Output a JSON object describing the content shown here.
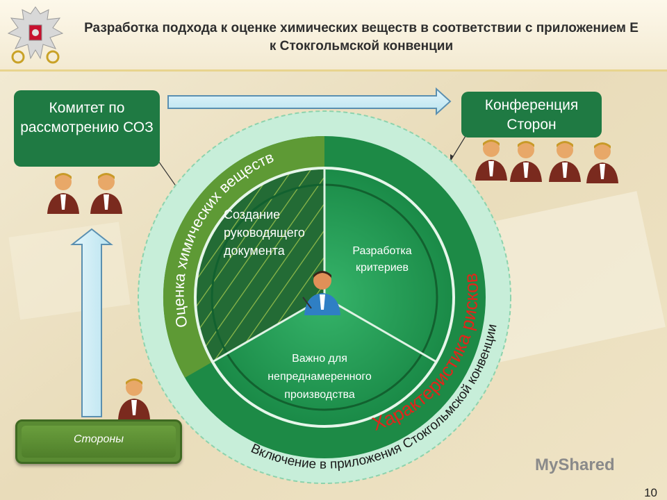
{
  "title": "Разработка подхода к оценке химических веществ в соответствии с приложением Е к Стокгольмской конвенции",
  "committee_label": "Комитет по рассмотрению СОЗ",
  "conference_label": "Конференция Сторон",
  "parties_label": "Стороны",
  "segments": {
    "guidance": "Создание руководящего документа",
    "criteria": "Разработка критериев",
    "unintentional": "Важно для непреднамеренного производства"
  },
  "ring_labels": {
    "assessment": "Оценка химических веществ",
    "risk": "Характеристика рисков",
    "inclusion": "Включение в приложения Стокгольмской конвенции"
  },
  "page_number": "10",
  "watermark": "MyShared",
  "colors": {
    "dark_green": "#1f7a43",
    "olive": "#5a8b33",
    "light_ring": "#bfe8d0",
    "risk_red": "#e0261b"
  }
}
